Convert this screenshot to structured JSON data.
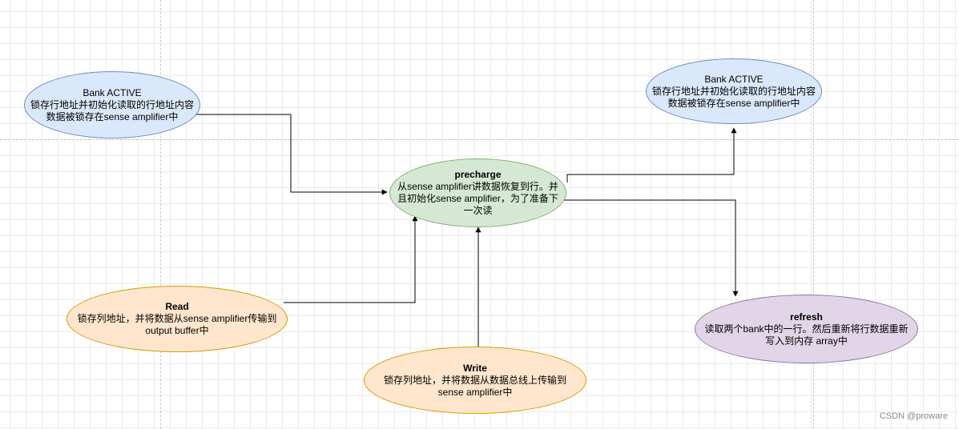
{
  "nodes": {
    "bank_active_left": {
      "title": "Bank ACTIVE",
      "desc": "锁存行地址并初始化读取的行地址内容\n数据被锁存在sense  amplifier中"
    },
    "bank_active_right": {
      "title": "Bank ACTIVE",
      "desc": "锁存行地址并初始化读取的行地址内容\n数据被锁存在sense  amplifier中"
    },
    "precharge": {
      "title": "precharge",
      "desc": "从sense amplifier讲数据恢复到行。并\n且初始化sense amplifier，为了准备下\n一次读"
    },
    "read": {
      "title": "Read",
      "desc": "锁存列地址，并将数据从sense amplifier传输到\noutput buffer中"
    },
    "write": {
      "title": "Write",
      "desc": "锁存列地址，并将数据从数据总线上传输到\nsense amplifier中"
    },
    "refresh": {
      "title": "refresh",
      "desc": "读取两个bank中的一行。然后重新将行数据重新\n写入到内存 array中"
    }
  },
  "watermark": "CSDN @proware"
}
